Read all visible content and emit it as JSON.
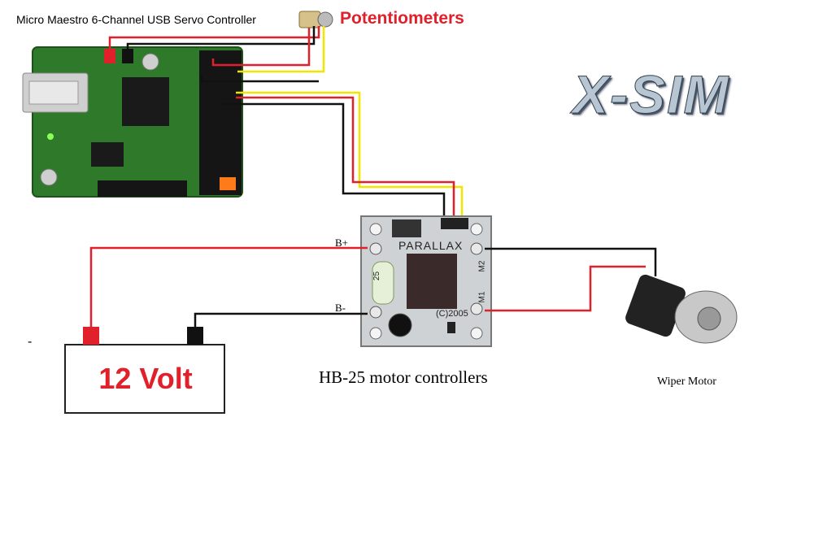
{
  "labels": {
    "maestro": "Micro Maestro 6-Channel USB Servo Controller",
    "potentiometers": "Potentiometers",
    "hb25": "HB-25 motor controllers",
    "wiper": "Wiper Motor",
    "b_plus": "B+",
    "b_minus": "B-",
    "battery": "12 Volt",
    "dash": "-",
    "logo": "X-SIM",
    "parallax": "PARALLAX",
    "copyright": "(C)2005",
    "m1": "M1",
    "m2": "M2",
    "fuse": "25"
  },
  "colors": {
    "wire_red": "#e0202a",
    "wire_black": "#111111",
    "wire_yellow": "#f2e600",
    "pcb_green": "#2f7a2a",
    "hb25_board": "#cfd2d4",
    "battery_border": "#222222"
  }
}
